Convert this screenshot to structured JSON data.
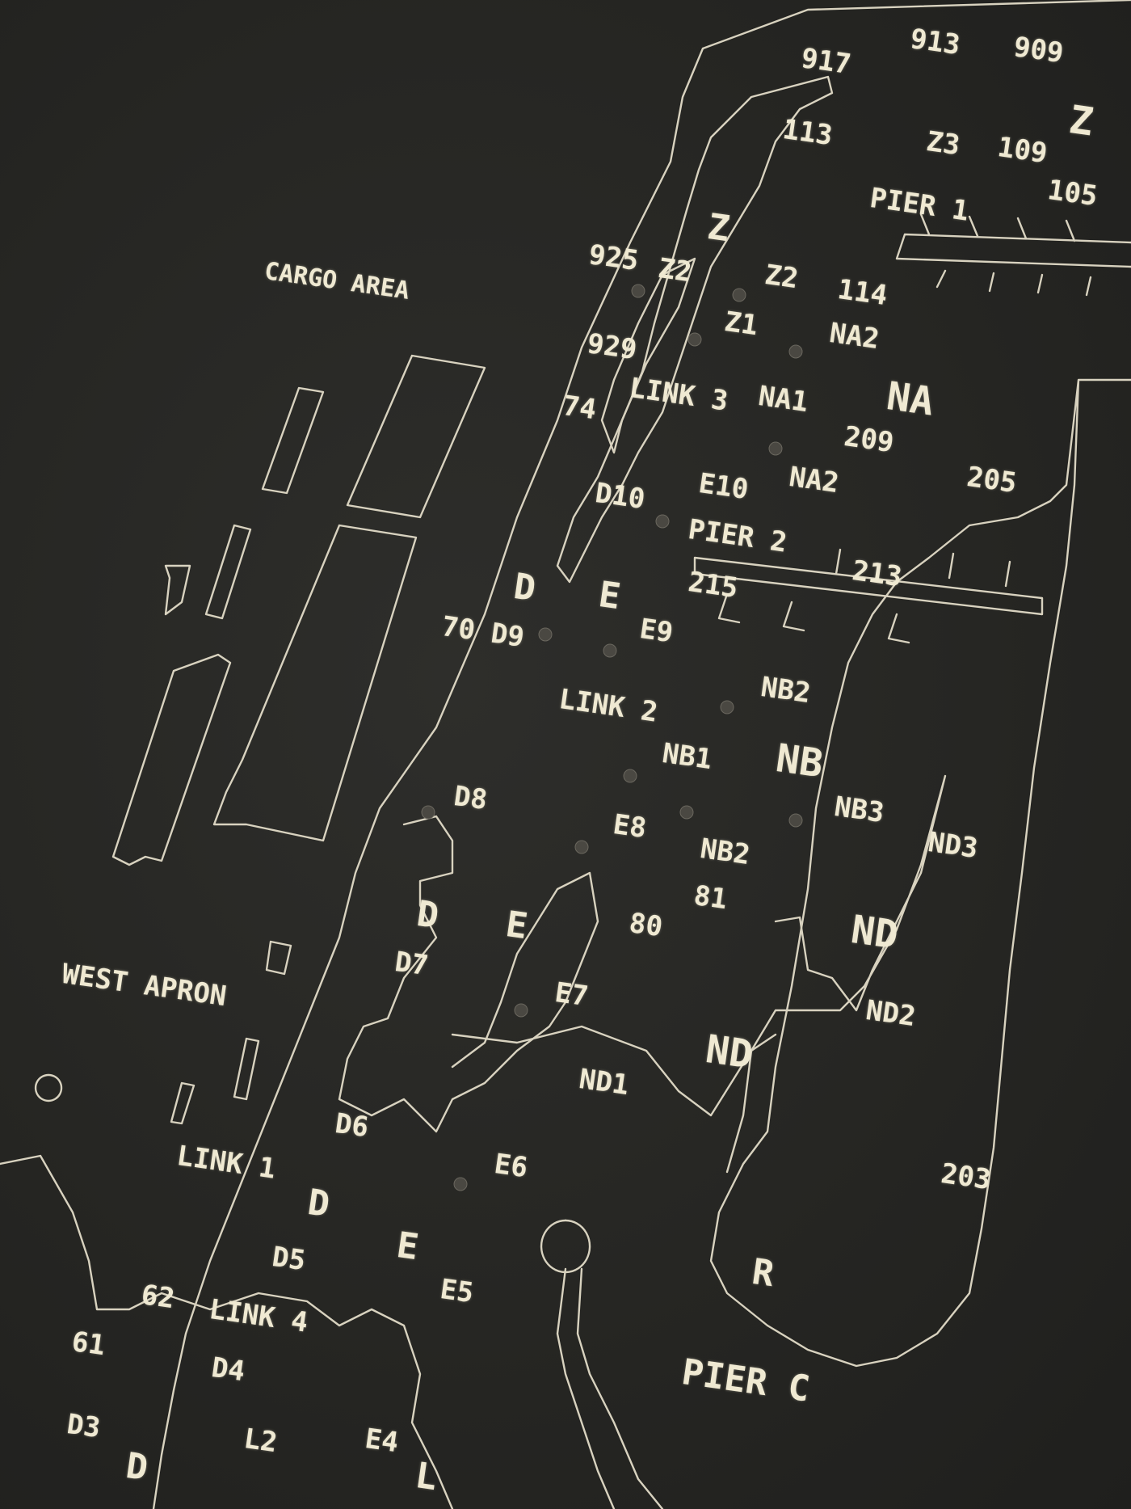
{
  "map": {
    "labels": {
      "l917": "917",
      "l913": "913",
      "l909": "909",
      "lZ_top": "Z",
      "l113": "113",
      "lZ3": "Z3",
      "l109": "109",
      "l105": "105",
      "lPier1": "PIER 1",
      "lZ_mid": "Z",
      "l925": "925",
      "lZ2a": "Z2",
      "lZ2b": "Z2",
      "l114": "114",
      "lZ1": "Z1",
      "lNA2a": "NA2",
      "l929": "929",
      "l74": "74",
      "lLink3": "LINK 3",
      "lNA1": "NA1",
      "lNA": "NA",
      "l209": "209",
      "lD10": "D10",
      "lE10": "E10",
      "lNA2b": "NA2",
      "l205": "205",
      "lPier2": "PIER 2",
      "l215": "215",
      "l213": "213",
      "lD_a": "D",
      "lE_a": "E",
      "l70D9": "70 D9",
      "lE9": "E9",
      "lNB2a": "NB2",
      "lLink2": "LINK 2",
      "lNB1": "NB1",
      "lNB": "NB",
      "lNB3": "NB3",
      "lD8": "D8",
      "lE8": "E8",
      "lNB2b": "NB2",
      "lND3": "ND3",
      "l81": "81",
      "lD_b": "D",
      "lE_b": "E",
      "l80": "80",
      "lND_a": "ND",
      "lCargo": "CARGO AREA",
      "lWestApron": "WEST APRON",
      "lD7": "D7",
      "lE7": "E7",
      "lND2": "ND2",
      "lND_b": "ND",
      "lND1": "ND1",
      "lD6": "D6",
      "lLink1": "LINK 1",
      "lE6": "E6",
      "l203": "203",
      "lD_c": "D",
      "lE_c": "E",
      "lD5": "D5",
      "lE5": "E5",
      "lR": "R",
      "l62": "62",
      "lLink4": "LINK 4",
      "l61": "61",
      "lD4": "D4",
      "lPierC": "PIER C",
      "lD3": "D3",
      "lL2": "L2",
      "lE4": "E4",
      "lD_d": "D",
      "lL": "L"
    },
    "colors": {
      "background": "#262623",
      "line": "#d8d2bf",
      "text": "#efe9d2"
    }
  }
}
